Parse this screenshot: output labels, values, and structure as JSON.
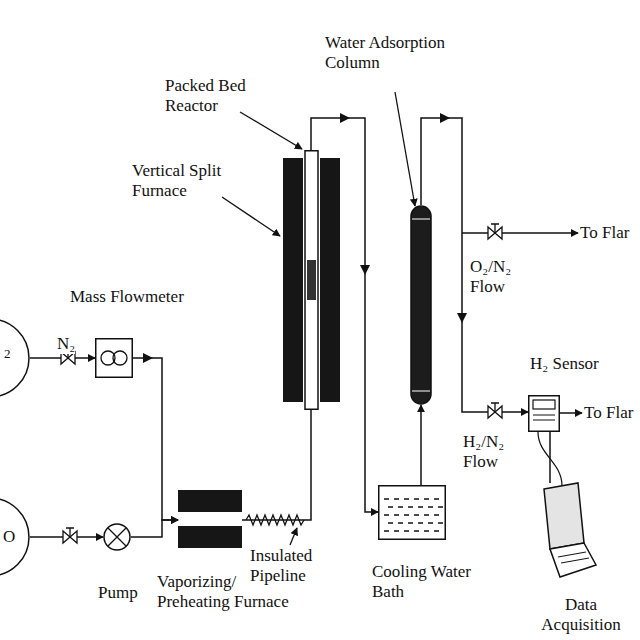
{
  "diagram": {
    "nodes": [
      {
        "text": [
          "2"
        ]
      },
      {
        "text": [
          "O"
        ]
      },
      {
        "text": [
          "Mass Flowmeter"
        ]
      },
      {
        "text": [
          "Pump"
        ]
      },
      {
        "text": [
          "Vaporizing/ Preheating Furnace"
        ]
      },
      {
        "text": [
          "Packed Bed Reactor",
          "Vertical Split Furnace"
        ]
      },
      {
        "text": [
          "Water Adsorption Column"
        ]
      },
      {
        "text": [
          "Cooling Water Bath"
        ]
      },
      {
        "text": [
          "H₂ Sensor"
        ]
      },
      {
        "text": [
          "Data Acquisition"
        ]
      }
    ],
    "edges": [
      {
        "from": 0,
        "to": 2,
        "arrow": "to",
        "label": "N₂"
      },
      {
        "from": 2,
        "to": 4,
        "arrow": "to"
      },
      {
        "from": 1,
        "to": 3,
        "arrow": "to"
      },
      {
        "from": 3,
        "to": 4,
        "arrow": "to"
      },
      {
        "from": 4,
        "to": 5,
        "arrow": "none"
      },
      {
        "from": 5,
        "to": 7,
        "arrow": "to"
      },
      {
        "from": 7,
        "to": 6,
        "arrow": "to"
      },
      {
        "from": 6,
        "to": 8,
        "arrow": "to",
        "label": "H₂/N₂ Flow"
      },
      {
        "from": 8,
        "to": 9,
        "arrow": "none"
      }
    ],
    "labels": [
      "Insulated Pipeline",
      "O₂/N₂ Flow",
      "To Flar",
      "To Flar"
    ]
  }
}
